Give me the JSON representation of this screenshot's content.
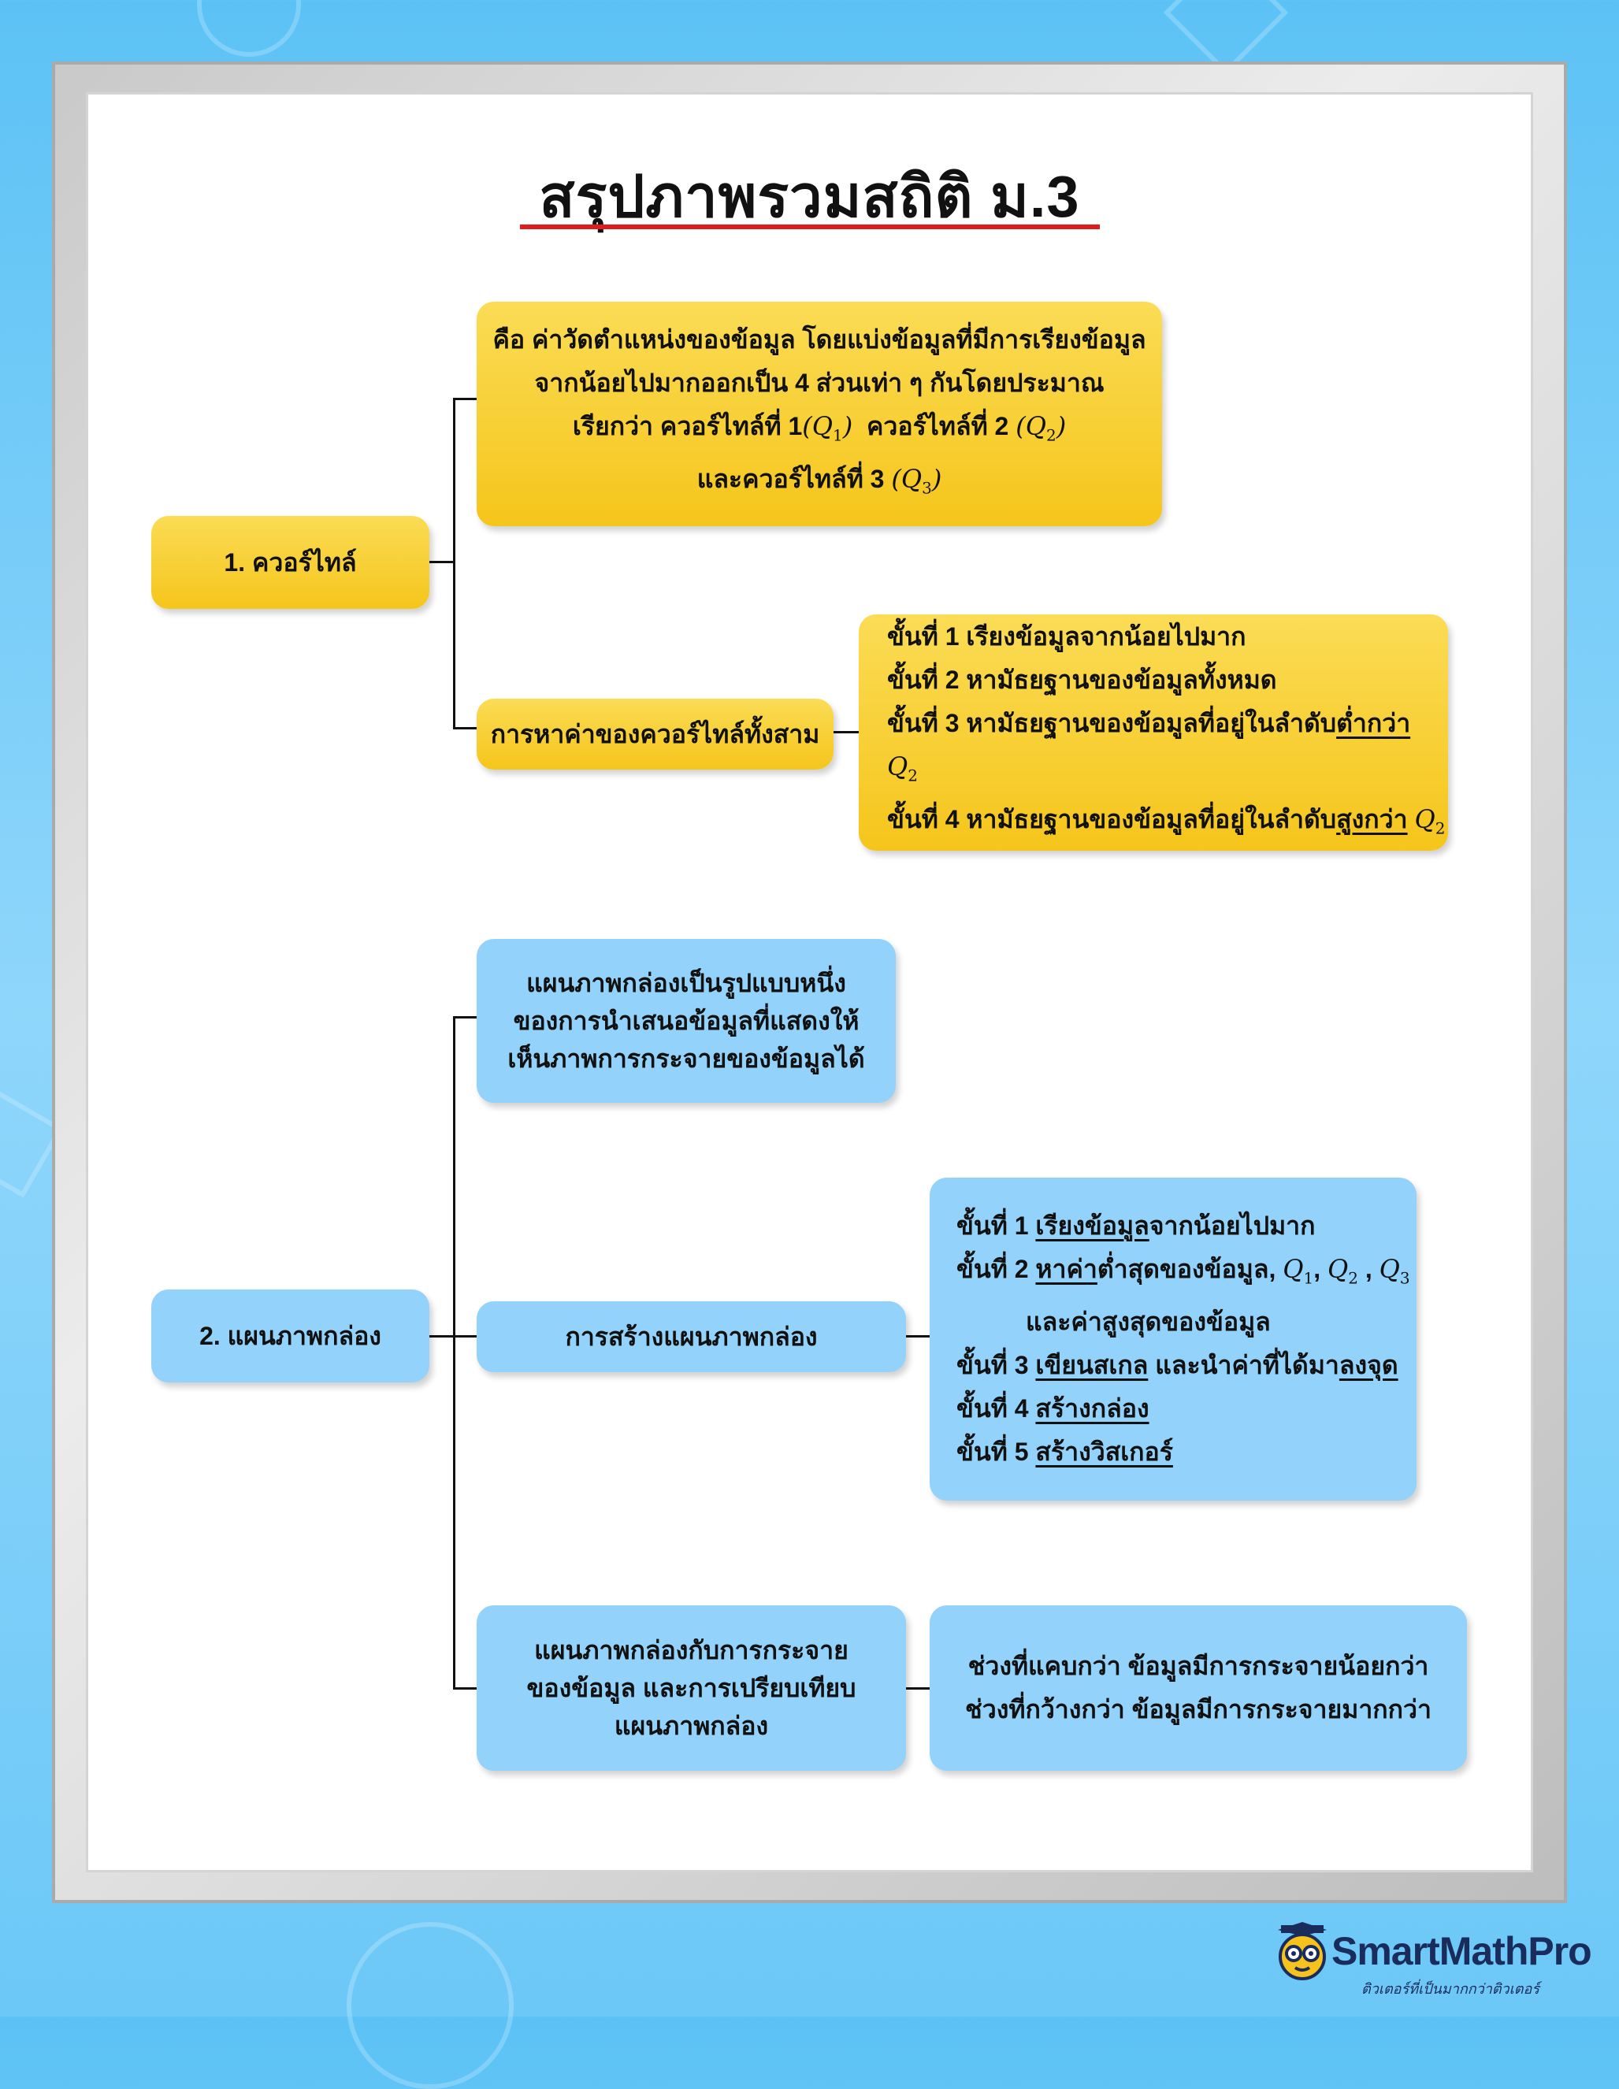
{
  "title": "สรุปภาพรวมสถิติ ม.3",
  "colors": {
    "yellow": "#f5c51b",
    "blue": "#92d2fb",
    "title_underline": "#e21b1b"
  },
  "quartile": {
    "label": "1. ควอร์ไทล์",
    "definition": {
      "line1": "คือ ค่าวัดตำแหน่งของข้อมูล โดยแบ่งข้อมูลที่มีการเรียงข้อมูล",
      "line2": "จากน้อยไปมากออกเป็น 4 ส่วนเท่า ๆ กันโดยประมาณ",
      "line3_a": "เรียกว่า ควอร์ไทล์ที่ 1",
      "q1": "Q",
      "q1_sub": "1",
      "line3_b": "ควอร์ไทล์ที่ 2",
      "q2": "Q",
      "q2_sub": "2",
      "line4_a": "และควอร์ไทล์ที่ 3",
      "q3": "Q",
      "q3_sub": "3"
    },
    "find_label": "การหาค่าของควอร์ไทล์ทั้งสาม",
    "steps": {
      "s1_head": "ขั้นที่ 1",
      "s1_text": "เรียงข้อมูลจากน้อยไปมาก",
      "s2_head": "ขั้นที่ 2",
      "s2_text": "หามัธยฐานของข้อมูลทั้งหมด",
      "s3_head": "ขั้นที่ 3",
      "s3_text": "หามัธยฐานของข้อมูลที่อยู่ในลำดับ",
      "s3_u": "ต่ำกว่า",
      "s3_q": "Q",
      "s3_sub": "2",
      "s4_head": "ขั้นที่ 4",
      "s4_text": "หามัธยฐานของข้อมูลที่อยู่ในลำดับ",
      "s4_u": "สูงกว่า",
      "s4_q": "Q",
      "s4_sub": "2"
    }
  },
  "boxplot": {
    "label": "2. แผนภาพกล่อง",
    "definition": {
      "line1": "แผนภาพกล่องเป็นรูปแบบหนึ่ง",
      "line2": "ของการนำเสนอข้อมูลที่แสดงให้",
      "line3": "เห็นภาพการกระจายของข้อมูลได้"
    },
    "build_label": "การสร้างแผนภาพกล่อง",
    "steps": {
      "s1_head": "ขั้นที่ 1",
      "s1_u": "เรียงข้อมูล",
      "s1_text": "จากน้อยไปมาก",
      "s2_head": "ขั้นที่ 2",
      "s2_u": "หาค่า",
      "s2_text": "ต่ำสุดของข้อมูล,",
      "s2_q1": "Q",
      "s2_q1_sub": "1",
      "s2_q2": "Q",
      "s2_q2_sub": "2",
      "s2_q3": "Q",
      "s2_q3_sub": "3",
      "s2_cont": "และค่าสูงสุดของข้อมูล",
      "s3_head": "ขั้นที่ 3",
      "s3_u": "เขียนสเกล",
      "s3_text": "และนำค่าที่ได้มา",
      "s3_u2": "ลงจุด",
      "s4_head": "ขั้นที่ 4",
      "s4_u": "สร้างกล่อง",
      "s5_head": "ขั้นที่ 5",
      "s5_u": "สร้างวิสเกอร์"
    },
    "compare": {
      "line1": "แผนภาพกล่องกับการกระจาย",
      "line2": "ของข้อมูล และการเปรียบเทียบ",
      "line3": "แผนภาพกล่อง"
    },
    "spread": {
      "line1": "ช่วงที่แคบกว่า ข้อมูลมีการกระจายน้อยกว่า",
      "line2": "ช่วงที่กว้างกว่า ข้อมูลมีการกระจายมากกว่า"
    }
  },
  "logo": {
    "brand_a": "SmartMath",
    "brand_b": "Pro",
    "tagline": "ติวเตอร์ที่เป็นมากกว่าติวเตอร์"
  }
}
